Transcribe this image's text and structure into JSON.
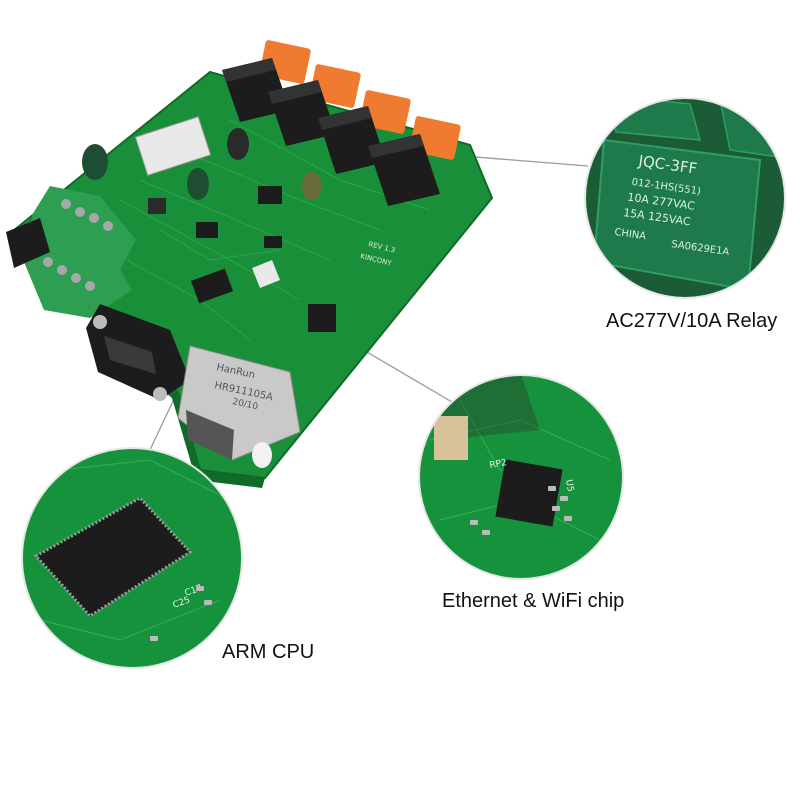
{
  "captions": {
    "relay": "AC277V/10A Relay",
    "ethernet_wifi": "Ethernet & WiFi chip",
    "arm_cpu": "ARM CPU"
  },
  "board": {
    "rj45_brand": "HanRun",
    "rj45_part": "HR911105A",
    "rj45_date": "20/10",
    "revision": "REV 1.3",
    "maker": "KINCONY"
  },
  "relay_detail": {
    "model": "JQC-3FF",
    "part": "012-1HS(551)",
    "rating_ac": "10A 277VAC",
    "rating_ac2": "15A 125VAC",
    "origin": "CHINA",
    "code": "SA0629E1A"
  },
  "eth_detail": {
    "ref_rp2": "RP2",
    "ref_u5": "U5"
  },
  "arm_detail": {
    "ref_c17": "C17",
    "ref_c25": "C25"
  },
  "colors": {
    "pcb": "#1a8f3a",
    "pcb_dark": "#0f6b27",
    "terminal_orange": "#f07a30",
    "terminal_green": "#2e9e52",
    "relay_black": "#1c1c1c",
    "leader_gray": "#9a9a9a"
  }
}
